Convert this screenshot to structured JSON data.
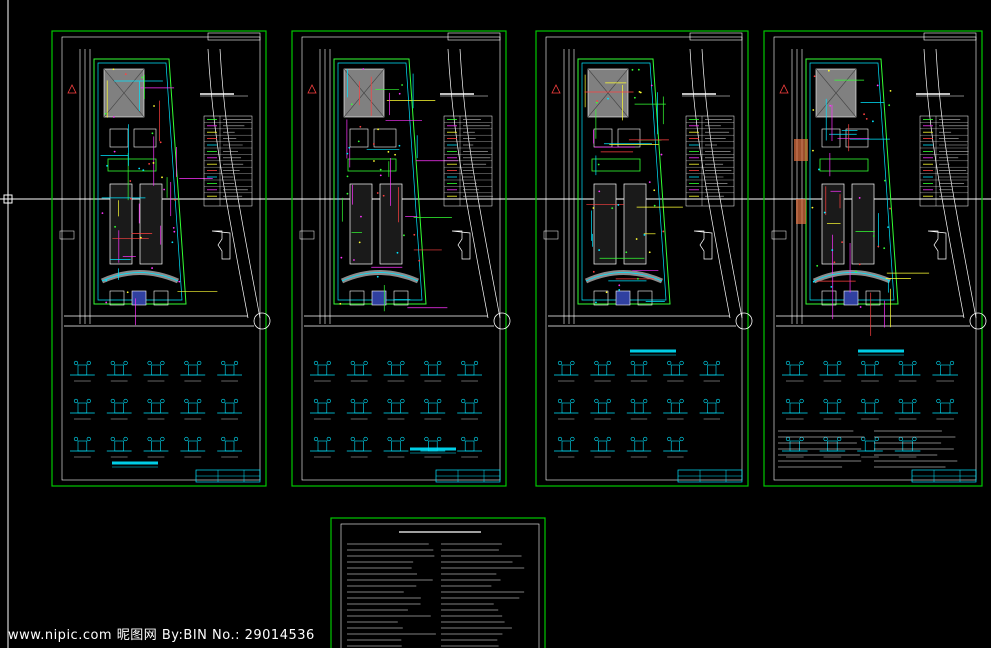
{
  "watermark": "www.nipic.com  昵图网  By:BIN  No.: 29014536",
  "colors": {
    "background": "#000000",
    "sheet_border": "#00c800",
    "road_white": "#ffffff",
    "pipe_cyan": "#00e5ff",
    "pipe_green": "#33ff33",
    "building_gray": "#808080",
    "accent_magenta": "#ff33ff",
    "accent_red": "#ff4040",
    "accent_orange": "#e07040",
    "accent_yellow": "#ffff33",
    "crosshair": "#ffffff"
  },
  "crosshair_icon": "crosshair-cursor-icon",
  "sheets": [
    {
      "id": "sheet-1",
      "caption": ""
    },
    {
      "id": "sheet-2",
      "caption": ""
    },
    {
      "id": "sheet-3",
      "caption": ""
    },
    {
      "id": "sheet-4",
      "caption": ""
    }
  ],
  "notes_sheet": {
    "id": "notes-sheet"
  }
}
